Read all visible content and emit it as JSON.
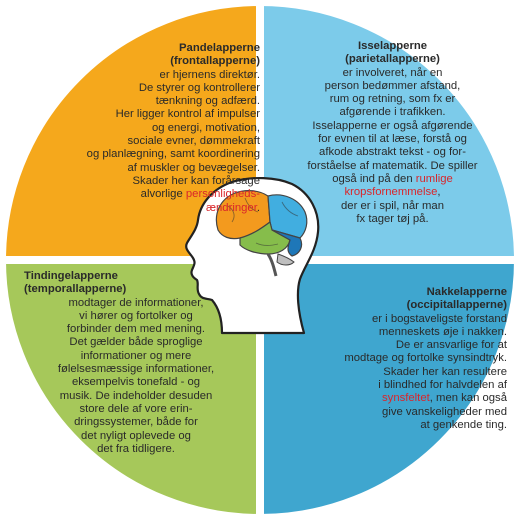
{
  "colors": {
    "frontal": "#f5a81c",
    "parietal": "#7ccbea",
    "temporal": "#a6c85a",
    "occipital": "#3fa6cf",
    "highlight": "#d9262b",
    "brain_front": "#f39a1e",
    "brain_parietal": "#41aee0",
    "brain_temporal": "#86bd4b",
    "brain_occipital": "#1e77b8"
  },
  "quadrants": {
    "frontal": {
      "title": "Pandelapperne",
      "subtitle": "(frontallapperne)",
      "lines": [
        "er hjernens direktør.",
        "De styrer og kontrollerer",
        "tænkning og adfærd.",
        "Her ligger kontrol af impulser",
        "og energi, motivation,",
        "sociale evner, dømmekraft",
        "og planlægning, samt koordinering",
        "af muskler og bevægelser.",
        "Skader her kan forårsage",
        "alvorlige"
      ],
      "highlight_1": "personligheds-",
      "highlight_2": "ændringer",
      "tail": "."
    },
    "parietal": {
      "title": "Isselapperne",
      "subtitle": "(parietallapperne)",
      "lines": [
        "er involveret, når en",
        "person bedømmer afstand,",
        "rum og retning, som fx er",
        "afgørende i trafikken.",
        "Isselapperne er også afgørende",
        "for evnen til at læse, forstå og",
        "afkode abstrakt tekst - og for-",
        "forståelse af matematik. De spiller"
      ],
      "line_pre_highlight": "også ind på den",
      "highlight_1": "rumlige",
      "highlight_2": "kropsfornemmelse",
      "tail_1": ",",
      "lines_after": [
        "der er i spil, når man",
        "fx tager tøj på."
      ]
    },
    "temporal": {
      "title": "Tindingelapperne",
      "subtitle": "(temporallapperne)",
      "lines": [
        "modtager de informationer,",
        "vi hører og fortolker og",
        "forbinder dem med mening.",
        "Det gælder både sproglige",
        "informationer og mere",
        "følelsesmæssige informationer,",
        "eksempelvis tonefald - og",
        "musik. De indeholder desuden",
        "store dele af vore erin-",
        "dringssystemer, både for",
        "det nyligt oplevede og",
        "det fra tidligere."
      ]
    },
    "occipital": {
      "title": "Nakkelapperne",
      "subtitle": "(occipitallapperne)",
      "lines": [
        "er i bogstaveligste forstand",
        "menneskets øje i nakken.",
        "De er ansvarlige for at",
        "modtage og fortolke synsindtryk.",
        "Skader her kan resultere",
        "i blindhed for halvdelen af"
      ],
      "highlight_1": "synsfeltet",
      "line_post_highlight": ", men kan også",
      "lines_after": [
        "give vanskeligheder med",
        "at genkende ting."
      ]
    }
  }
}
